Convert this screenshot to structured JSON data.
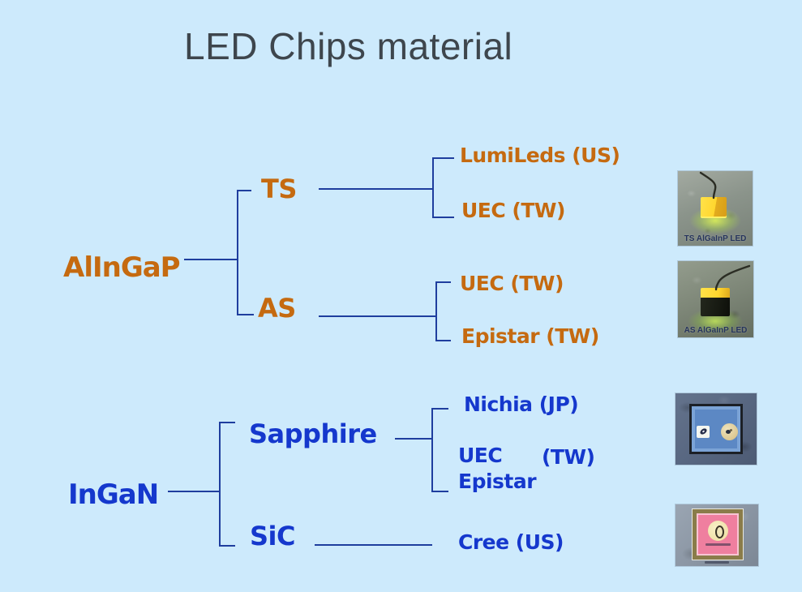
{
  "title": "LED Chips material",
  "colors": {
    "background": "#cdeafc",
    "alingap_text": "#c56a10",
    "ingan_text": "#1538cd",
    "connector_line": "#1f3e9e",
    "title_text": "#3e464d"
  },
  "tree": {
    "groups": [
      {
        "label": "AlInGaP",
        "children": [
          {
            "label": "TS",
            "leaves": [
              "LumiLeds (US)",
              "UEC (TW)"
            ]
          },
          {
            "label": "AS",
            "leaves": [
              "UEC (TW)",
              "Epistar (TW)"
            ]
          }
        ]
      },
      {
        "label": "InGaN",
        "children": [
          {
            "label": "Sapphire",
            "leaves": [
              "Nichia (JP)",
              "UEC",
              "(TW)",
              "Epistar"
            ]
          },
          {
            "label": "SiC",
            "leaves": [
              "Cree (US)"
            ]
          }
        ]
      }
    ]
  },
  "photos": [
    {
      "caption": "TS AlGaInP LED"
    },
    {
      "caption": "AS AlGaInP LED"
    },
    {
      "caption": ""
    },
    {
      "caption": ""
    }
  ]
}
